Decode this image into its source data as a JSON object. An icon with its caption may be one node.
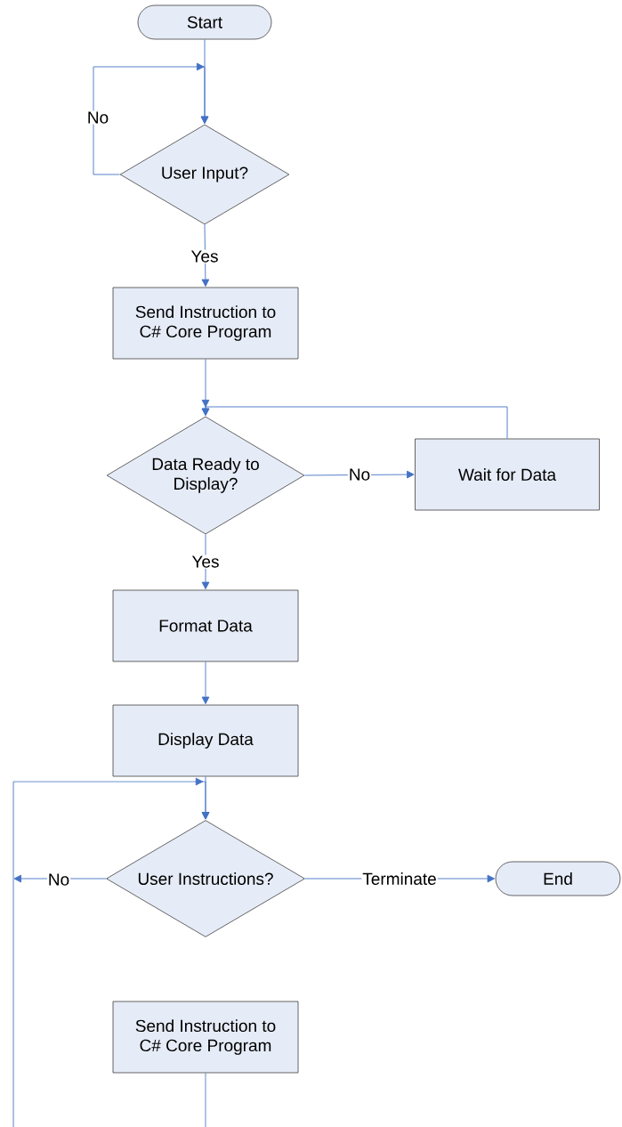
{
  "diagram": {
    "nodes": [
      {
        "text": [
          "Start"
        ]
      },
      {
        "text": [
          "User Input?"
        ]
      },
      {
        "text": [
          "Send Instruction to C# Core Program"
        ]
      },
      {
        "text": [
          "Data Ready to Display?"
        ]
      },
      {
        "text": [
          "Wait for Data"
        ]
      },
      {
        "text": [
          "Format Data"
        ]
      },
      {
        "text": [
          "Display Data"
        ]
      },
      {
        "text": [
          "User Instructions?"
        ]
      },
      {
        "text": [
          "End"
        ]
      },
      {
        "text": [
          "Send Instruction to C# Core Program"
        ]
      }
    ],
    "edges": [
      {
        "from": 0,
        "to": 1,
        "arrow": "to"
      },
      {
        "from": 1,
        "to": 1,
        "label": "No",
        "arrow": "to"
      },
      {
        "from": 1,
        "to": 2,
        "label": "Yes",
        "arrow": "to"
      },
      {
        "from": 2,
        "to": 3,
        "arrow": "to"
      },
      {
        "from": 3,
        "to": 4,
        "label": "No",
        "arrow": "to"
      },
      {
        "from": 4,
        "to": 3,
        "arrow": "to"
      },
      {
        "from": 3,
        "to": 5,
        "label": "Yes",
        "arrow": "to"
      },
      {
        "from": 5,
        "to": 6,
        "arrow": "to"
      },
      {
        "from": 6,
        "to": 7,
        "arrow": "to"
      },
      {
        "from": 7,
        "to": 8,
        "label": "Terminate",
        "arrow": "to"
      },
      {
        "from": 7,
        "to": null,
        "label": "No",
        "arrow": "to"
      },
      {
        "from": null,
        "to": 7,
        "arrow": "to"
      },
      {
        "from": 9,
        "to": null,
        "arrow": "none"
      }
    ]
  }
}
